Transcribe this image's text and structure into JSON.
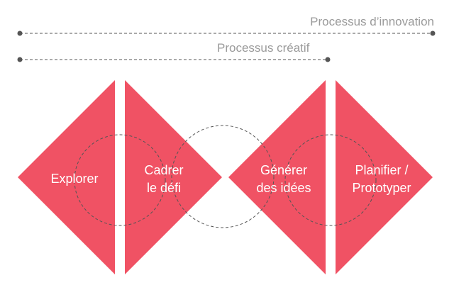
{
  "processes": {
    "innovation": "Processus d’innovation",
    "creatif": "Processus créatif"
  },
  "steps": [
    {
      "line1": "Explorer"
    },
    {
      "line1": "Cadrer",
      "line2": "le défi"
    },
    {
      "line1": "Générer",
      "line2": "des idées"
    },
    {
      "line1": "Planifier /",
      "line2": "Prototyper"
    }
  ],
  "colors": {
    "shape": "#f05264",
    "line": "#555555",
    "process_text": "#9a9a9a",
    "shape_text": "#ffffff"
  }
}
